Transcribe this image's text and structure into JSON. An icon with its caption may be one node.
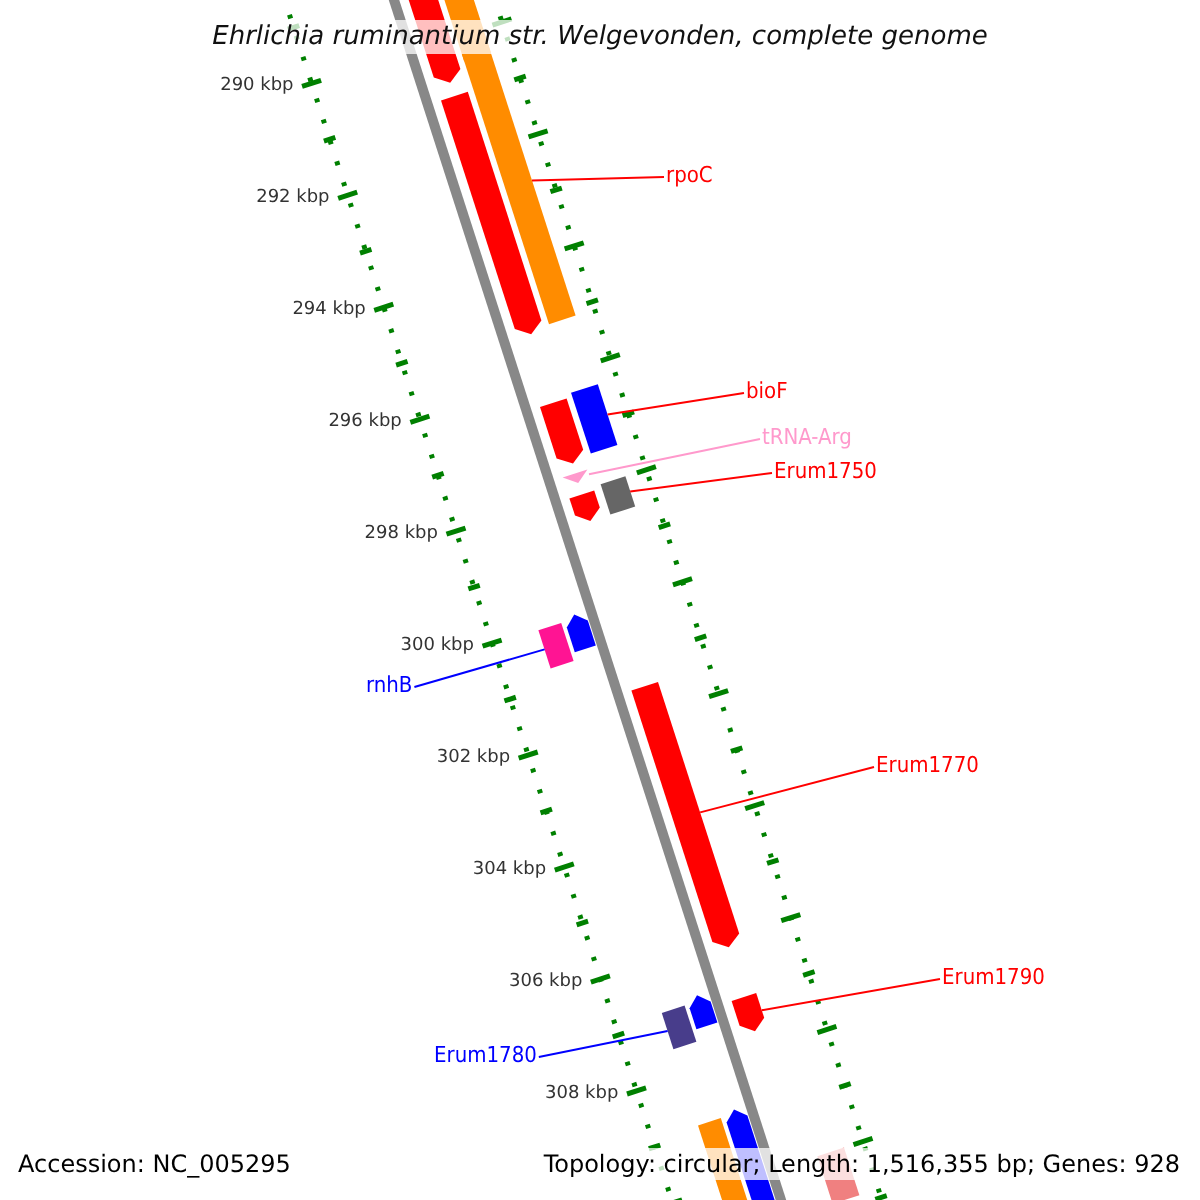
{
  "diagram": {
    "title": "Ehrlichia ruminantium str. Welgevonden, complete genome",
    "nodes": [
      {
        "text": [
          "rpoC"
        ]
      },
      {
        "text": [],
        "shape": "bar"
      },
      {
        "text": [
          "bioF"
        ]
      },
      {
        "text": [],
        "shape": "bar"
      },
      {
        "text": [
          "tRNA-Arg"
        ]
      },
      {
        "text": [],
        "shape": "bar"
      },
      {
        "text": [
          "Erum1750"
        ]
      },
      {
        "text": [],
        "shape": "bar"
      },
      {
        "text": [
          "rnhB"
        ]
      },
      {
        "text": [],
        "shape": "bar"
      },
      {
        "text": [
          "Erum1770"
        ]
      },
      {
        "text": [],
        "shape": "bar"
      },
      {
        "text": [
          "Erum1790"
        ]
      },
      {
        "text": [],
        "shape": "bar"
      },
      {
        "text": [
          "Erum1780"
        ]
      },
      {
        "text": [],
        "shape": "bar"
      }
    ],
    "edges": [
      {
        "from": 0,
        "to": 1,
        "arrow": "none"
      },
      {
        "from": 2,
        "to": 3,
        "arrow": "none"
      },
      {
        "from": 4,
        "to": 5,
        "arrow": "none",
        "color": "#ff99cc"
      },
      {
        "from": 6,
        "to": 7,
        "arrow": "none"
      },
      {
        "from": 8,
        "to": 9,
        "arrow": "none",
        "color": "#0000ff"
      },
      {
        "from": 10,
        "to": 11,
        "arrow": "none"
      },
      {
        "from": 12,
        "to": 13,
        "arrow": "none"
      },
      {
        "from": 14,
        "to": 15,
        "arrow": "none",
        "color": "#0000ff"
      }
    ],
    "labels": [
      "290 kbp",
      "292 kbp",
      "294 kbp",
      "296 kbp",
      "298 kbp",
      "300 kbp",
      "302 kbp",
      "304 kbp",
      "306 kbp",
      "308 kbp",
      "Accession: NC_005295",
      "Topology: circular; Length: 1,516,355 bp; Genes: 928"
    ]
  }
}
